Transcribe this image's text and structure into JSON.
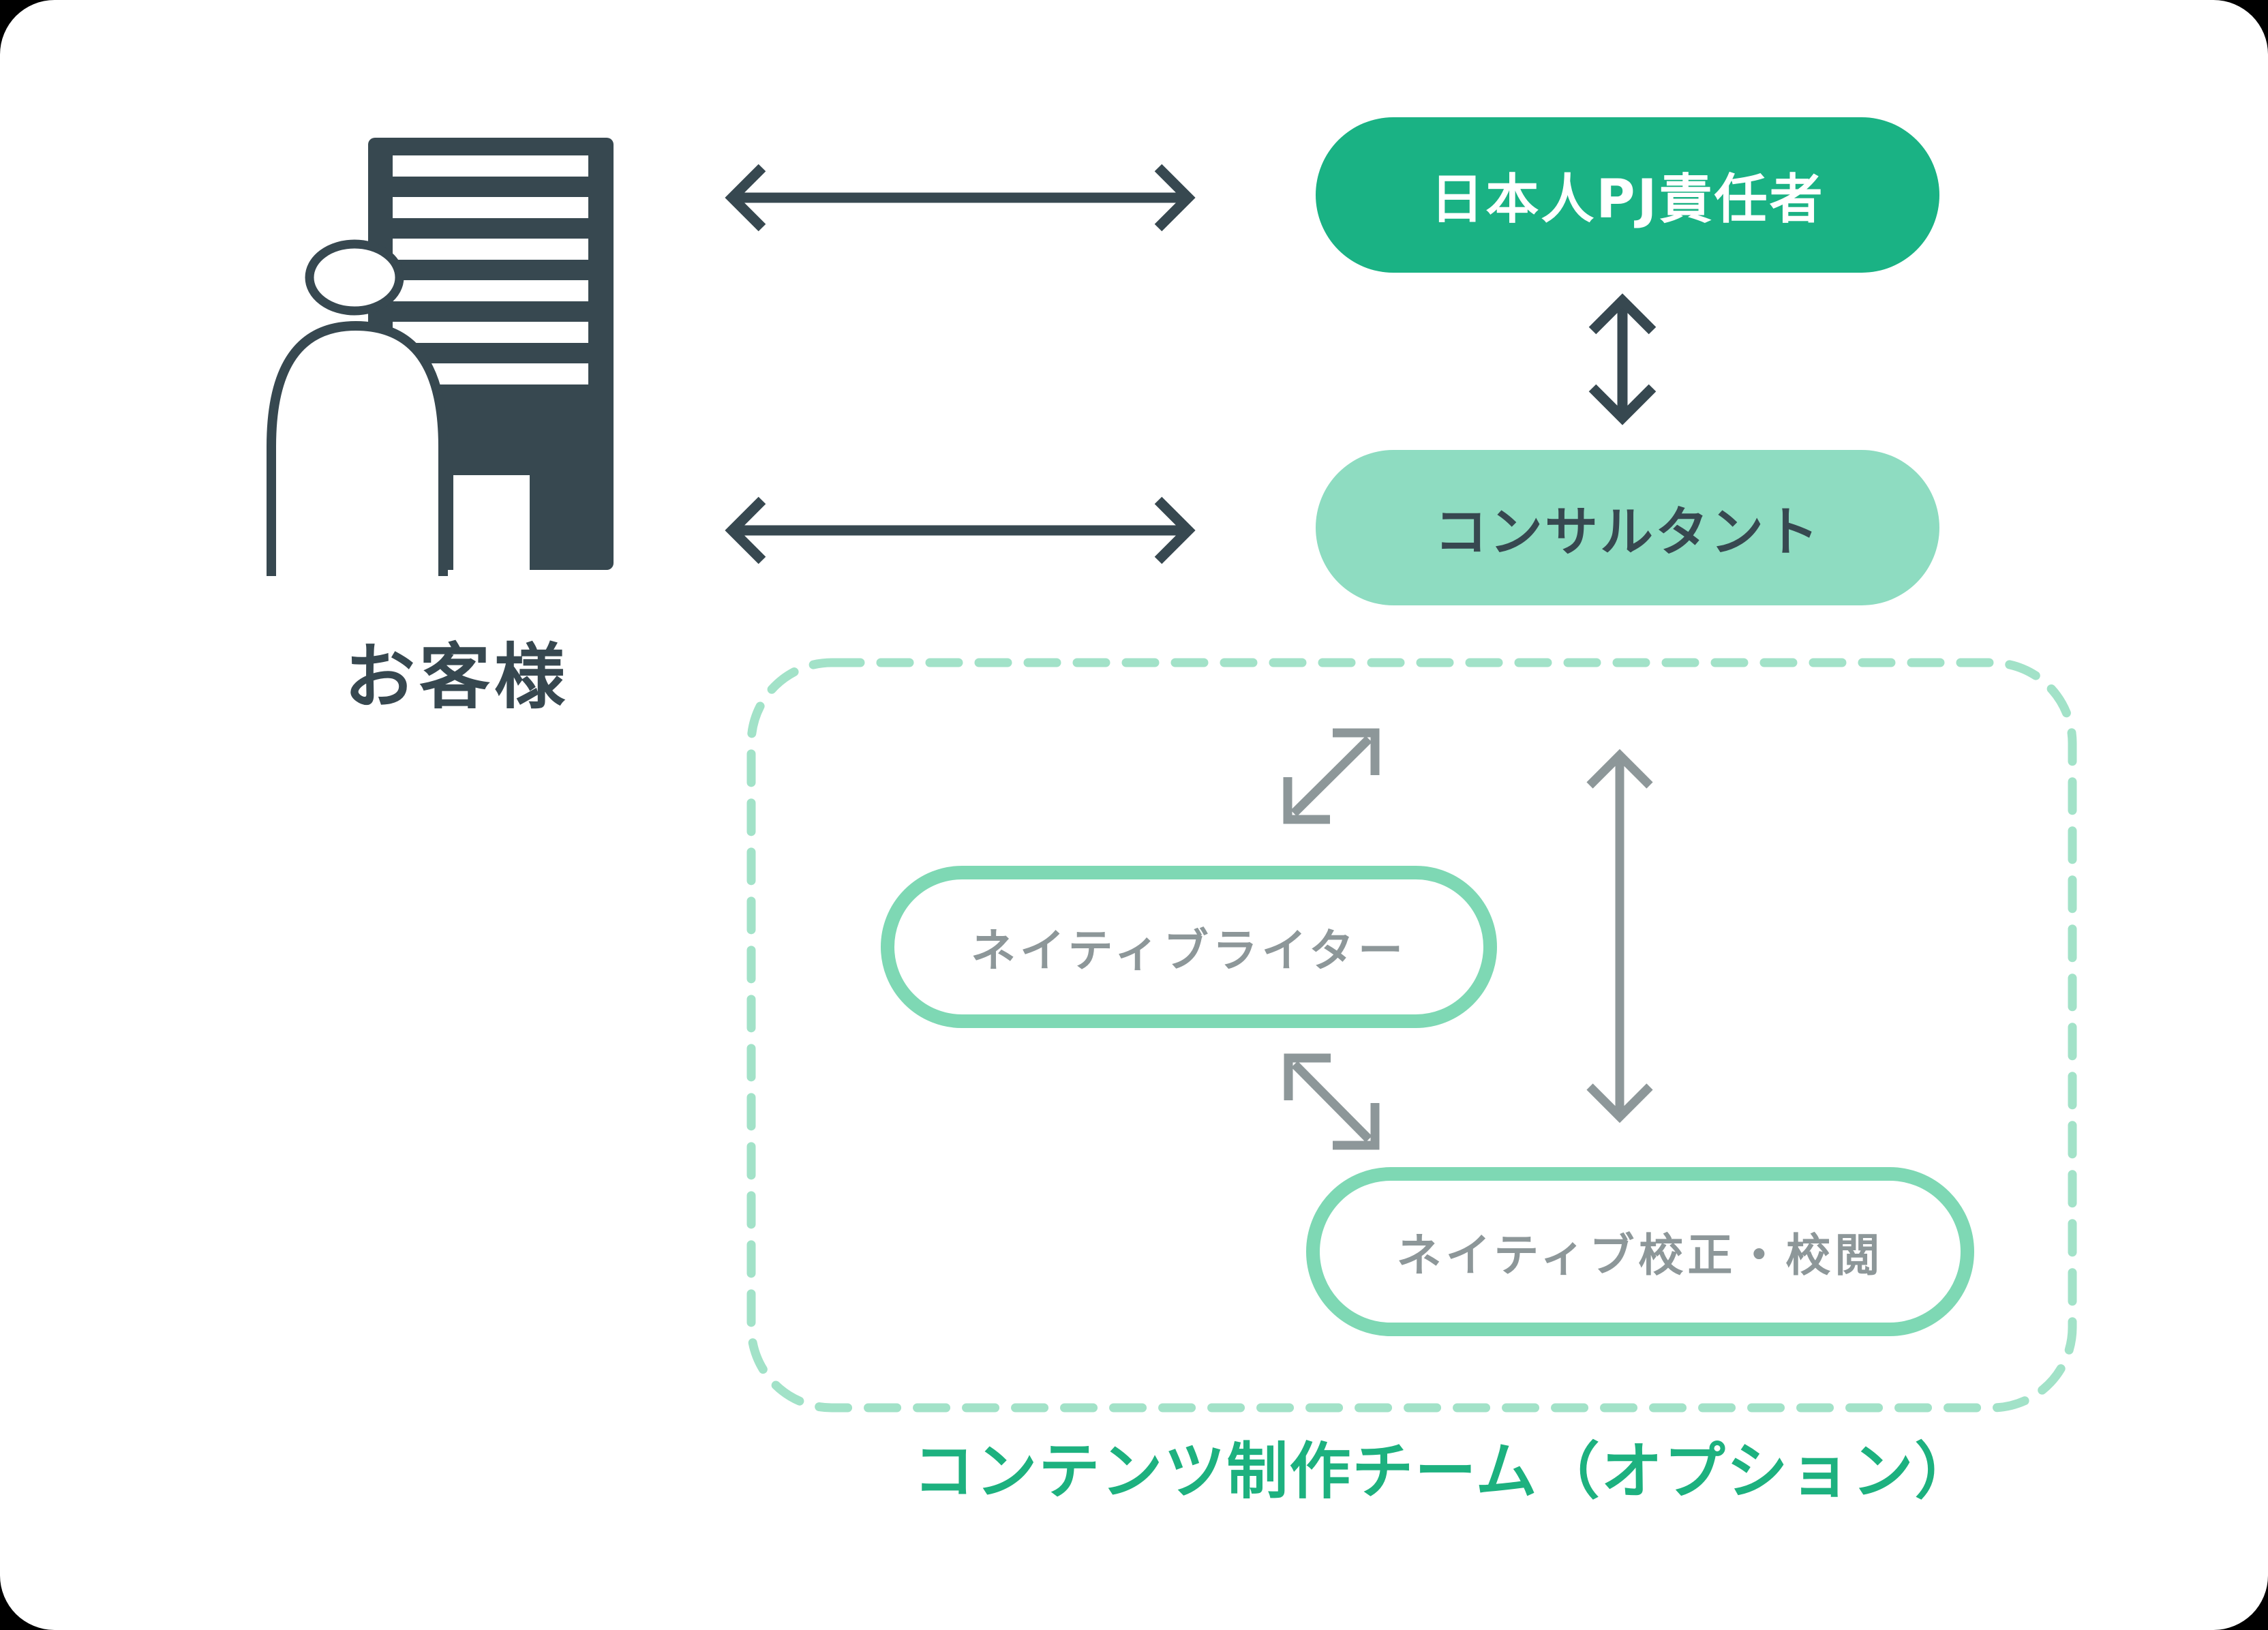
{
  "palette": {
    "bg": "#000000",
    "card": "#ffffff",
    "dark": "#374850",
    "green": "#1ab284",
    "light-green": "#8edcc1",
    "pill-border": "#7ed8b4",
    "dashed": "#a2e2c8",
    "grey": "#8d9799",
    "label-green": "#1db17f"
  },
  "customer": {
    "label": "お客様",
    "icon": "building-person-icon"
  },
  "nodes": {
    "pj": {
      "label": "日本人PJ責任者"
    },
    "consultant": {
      "label": "コンサルタント"
    },
    "writer": {
      "label": "ネイティブライター"
    },
    "proofreader": {
      "label": "ネイティブ校正・校閲"
    }
  },
  "team": {
    "label": "コンテンツ制作チーム（オプション）"
  },
  "arrows": {
    "customer_pj": "double-headed-horizontal",
    "customer_consultant": "double-headed-horizontal",
    "pj_consultant": "double-headed-vertical",
    "consultant_writer": "double-headed-diagonal",
    "writer_proofreader": "double-headed-diagonal",
    "consultant_proofreader": "double-headed-vertical"
  }
}
